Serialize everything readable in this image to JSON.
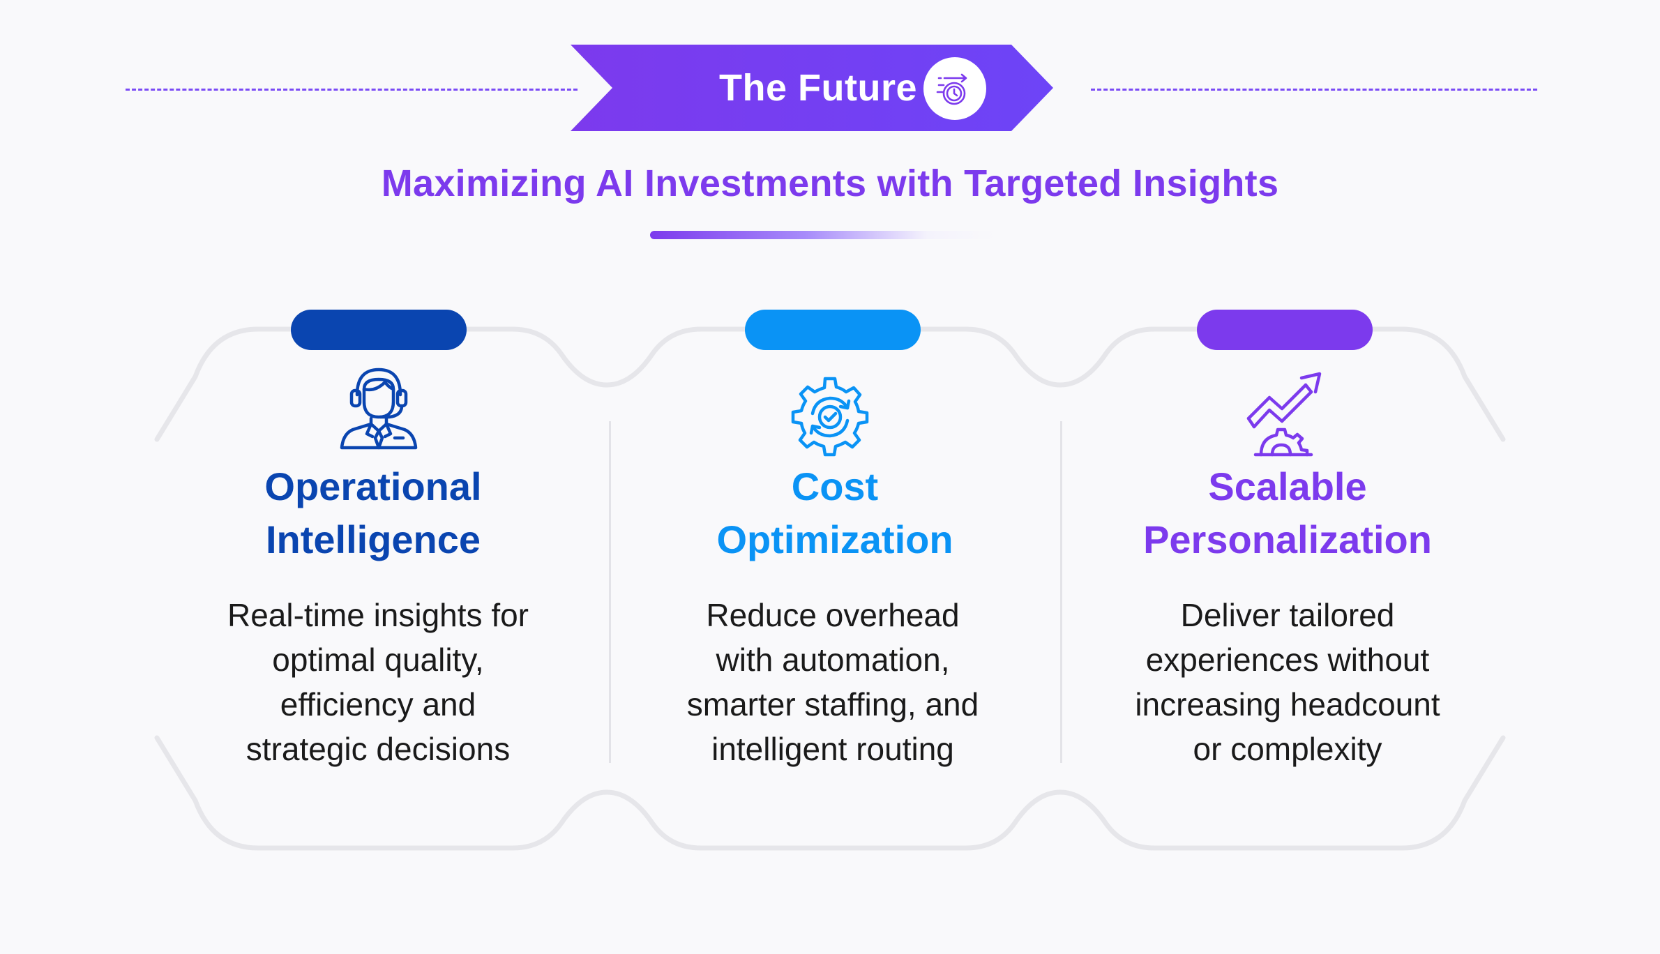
{
  "header": {
    "banner_title": "The Future",
    "banner_icon": "clock-forward-icon",
    "subtitle": "Maximizing AI Investments with Targeted Insights"
  },
  "colors": {
    "accent": "#7c3aed",
    "col1": "#0a45b0",
    "col2": "#0a93f5",
    "col3": "#7c3aed"
  },
  "columns": [
    {
      "icon": "headset-agent-icon",
      "title_lines": [
        "Operational",
        "Intelligence"
      ],
      "body_lines": [
        "Real-time insights for",
        "optimal quality,",
        "efficiency and",
        "strategic decisions"
      ]
    },
    {
      "icon": "gear-check-icon",
      "title_lines": [
        "Cost",
        "Optimization"
      ],
      "body_lines": [
        "Reduce overhead",
        "with automation,",
        "smarter staffing, and",
        "intelligent routing"
      ]
    },
    {
      "icon": "growth-arrow-gear-icon",
      "title_lines": [
        "Scalable",
        "Personalization"
      ],
      "body_lines": [
        "Deliver tailored",
        "experiences without",
        "increasing headcount",
        "or complexity"
      ]
    }
  ]
}
